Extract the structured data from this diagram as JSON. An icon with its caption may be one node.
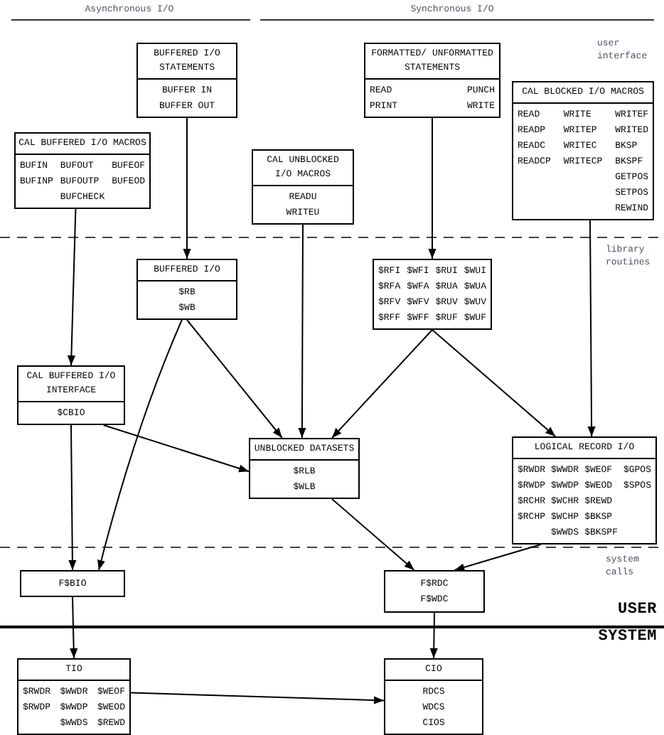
{
  "diagram": {
    "nodes": [
      {
        "text": [
          "BUFFERED I/O STATEMENTS",
          "BUFFER IN",
          "BUFFER OUT"
        ]
      },
      {
        "text": [
          "FORMATTED/ UNFORMATTED STATEMENTS",
          "READ",
          "PUNCH",
          "PRINT",
          "WRITE"
        ]
      },
      {
        "text": [
          "CAL BUFFERED I/O MACROS",
          "BUFIN",
          "BUFOUT",
          "BUFEOF",
          "BUFINP",
          "BUFOUTP",
          "BUFEOD",
          "BUFCHECK"
        ]
      },
      {
        "text": [
          "CAL UNBLOCKED I/O MACROS",
          "READU",
          "WRITEU"
        ]
      },
      {
        "text": [
          "CAL BLOCKED I/O MACROS",
          "READ",
          "WRITE",
          "WRITEF",
          "READP",
          "WRITEP",
          "WRITED",
          "READC",
          "WRITEC",
          "BKSP",
          "READCP",
          "WRITECP",
          "BKSPF",
          "GETPOS",
          "SETPOS",
          "REWIND"
        ]
      },
      {
        "text": [
          "BUFFERED I/O",
          "$RB",
          "$WB"
        ]
      },
      {
        "text": [
          "$RFI",
          "$WFI",
          "$RUI",
          "$WUI",
          "$RFA",
          "$WFA",
          "$RUA",
          "$WUA",
          "$RFV",
          "$WFV",
          "$RUV",
          "$WUV",
          "$RFF",
          "$WFF",
          "$RUF",
          "$WUF"
        ]
      },
      {
        "text": [
          "CAL BUFFERED I/O INTERFACE",
          "$CBIO"
        ]
      },
      {
        "text": [
          "UNBLOCKED DATASETS",
          "$RLB",
          "$WLB"
        ]
      },
      {
        "text": [
          "LOGICAL RECORD I/O",
          "$RWDR",
          "$WWDR",
          "$WEOF",
          "$GPOS",
          "$RWDP",
          "$WWDP",
          "$WEOD",
          "$SPOS",
          "$RCHR",
          "$WCHR",
          "$REWD",
          "$RCHP",
          "$WCHP",
          "$BKSP",
          "$WWDS",
          "$BKSPF"
        ]
      },
      {
        "text": [
          "F$BIO"
        ]
      },
      {
        "text": [
          "F$RDC",
          "F$WDC"
        ]
      },
      {
        "text": [
          "TIO",
          "$RWDR",
          "$WWDR",
          "$WEOF",
          "$RWDP",
          "$WWDP",
          "$WEOD",
          "$WWDS",
          "$REWD"
        ]
      },
      {
        "text": [
          "CIO",
          "RDCS",
          "WDCS",
          "CIOS"
        ]
      }
    ],
    "edges": [
      {
        "from": 0,
        "to": 5,
        "arrow": "to"
      },
      {
        "from": 1,
        "to": 6,
        "arrow": "to"
      },
      {
        "from": 2,
        "to": 7,
        "arrow": "to"
      },
      {
        "from": 3,
        "to": 8,
        "arrow": "to"
      },
      {
        "from": 4,
        "to": 9,
        "arrow": "to"
      },
      {
        "from": 5,
        "to": 8,
        "arrow": "to"
      },
      {
        "from": 5,
        "to": 10,
        "arrow": "to"
      },
      {
        "from": 6,
        "to": 8,
        "arrow": "to"
      },
      {
        "from": 6,
        "to": 9,
        "arrow": "to"
      },
      {
        "from": 7,
        "to": 8,
        "arrow": "to"
      },
      {
        "from": 7,
        "to": 10,
        "arrow": "to"
      },
      {
        "from": 8,
        "to": 11,
        "arrow": "to"
      },
      {
        "from": 9,
        "to": 11,
        "arrow": "to"
      },
      {
        "from": 10,
        "to": 12,
        "arrow": "to"
      },
      {
        "from": 11,
        "to": 13,
        "arrow": "to"
      },
      {
        "from": 12,
        "to": 13,
        "arrow": "to"
      }
    ],
    "labels": [
      "Asynchronous I/O",
      "Synchronous I/O",
      "user interface",
      "library routines",
      "system calls",
      "USER",
      "SYSTEM"
    ]
  }
}
